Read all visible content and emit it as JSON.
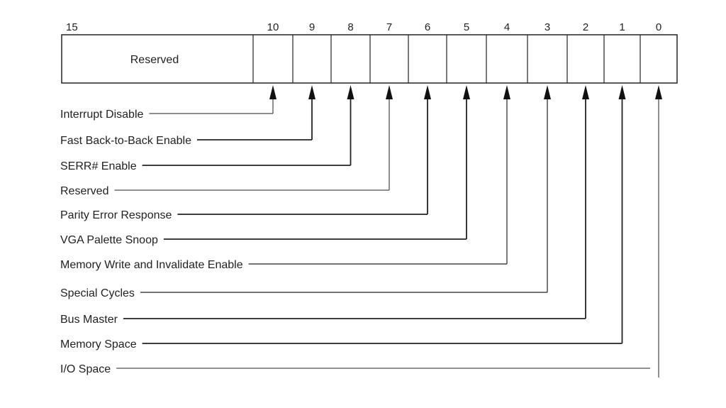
{
  "register": {
    "high_bit_label": "15",
    "reserved_field_label": "Reserved",
    "bits": [
      {
        "bit": "10",
        "name": "Interrupt Disable"
      },
      {
        "bit": "9",
        "name": "Fast Back-to-Back Enable"
      },
      {
        "bit": "8",
        "name": "SERR# Enable"
      },
      {
        "bit": "7",
        "name": "Reserved"
      },
      {
        "bit": "6",
        "name": "Parity Error Response"
      },
      {
        "bit": "5",
        "name": "VGA Palette Snoop"
      },
      {
        "bit": "4",
        "name": "Memory Write and Invalidate Enable"
      },
      {
        "bit": "3",
        "name": "Special Cycles"
      },
      {
        "bit": "2",
        "name": "Bus Master"
      },
      {
        "bit": "1",
        "name": "Memory Space"
      },
      {
        "bit": "0",
        "name": "I/O Space"
      }
    ]
  }
}
